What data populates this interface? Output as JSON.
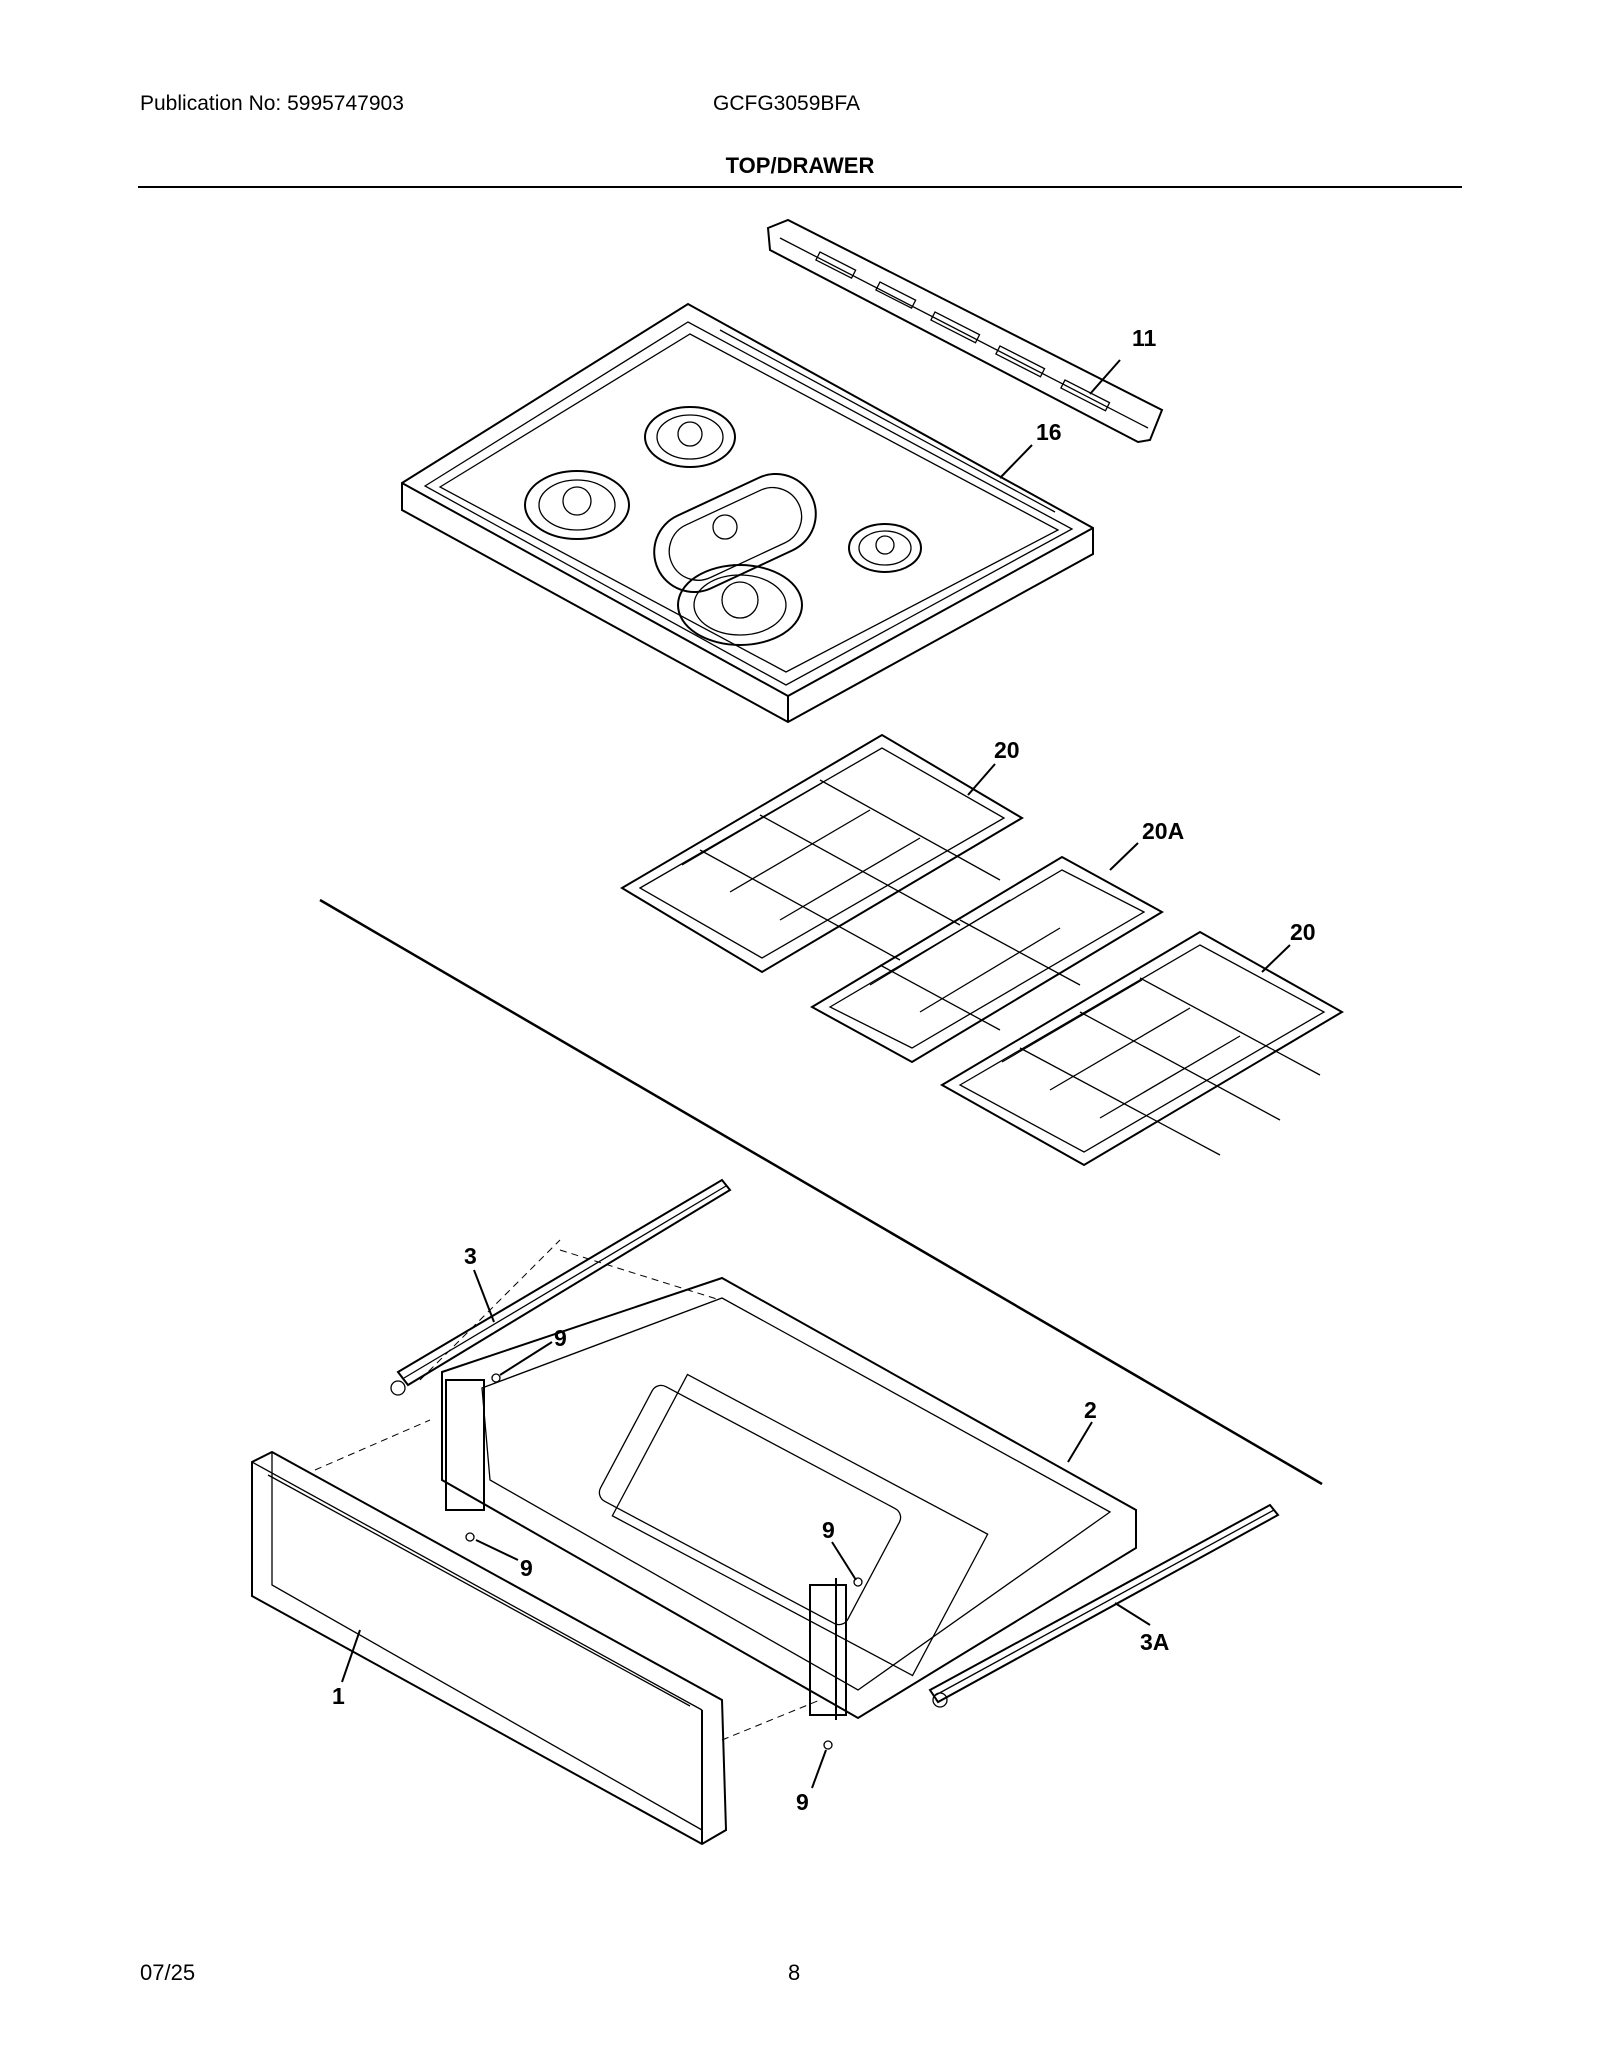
{
  "header": {
    "publication": "Publication No: 5995747903",
    "model": "GCFG3059BFA",
    "section_title": "TOP/DRAWER"
  },
  "callouts": {
    "c11": "11",
    "c16": "16",
    "c20a": "20",
    "c20A": "20A",
    "c20b": "20",
    "c3": "3",
    "c9a": "9",
    "c2": "2",
    "c9b": "9",
    "c9c": "9",
    "c3A": "3A",
    "c1": "1",
    "c9d": "9"
  },
  "footer": {
    "date": "07/25",
    "page": "8"
  }
}
